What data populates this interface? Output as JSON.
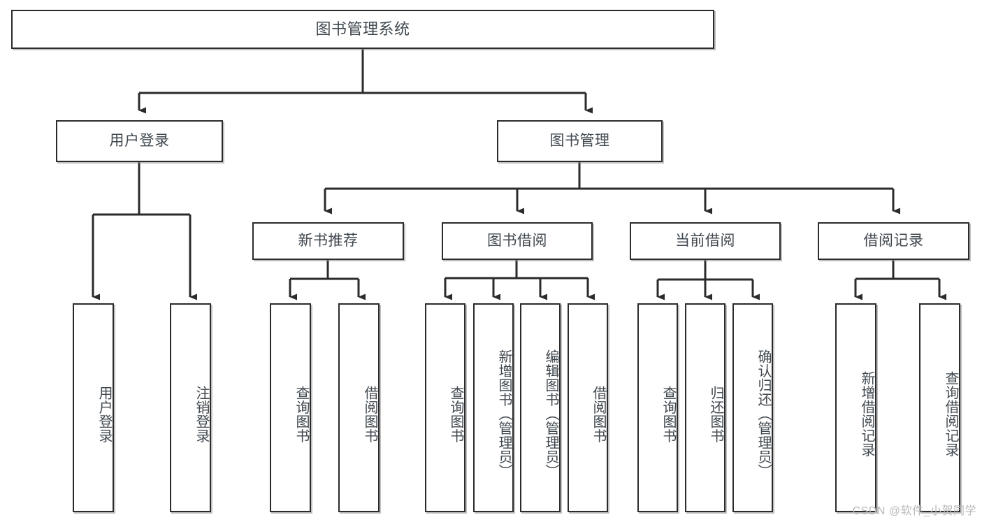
{
  "diagram": {
    "title": "图书管理系统",
    "type": "tree",
    "watermark": "CSDN @软件_小贺同学",
    "colors": {
      "box_border": "#2b2b2b",
      "box_fill": "#ffffff",
      "text": "#40484f",
      "connector": "#2b2b2b",
      "watermark": "#b9b9b9"
    },
    "nodes": {
      "root": {
        "label": "图书管理系统"
      },
      "level2": [
        {
          "id": "user-login",
          "label": "用户登录"
        },
        {
          "id": "book-management",
          "label": "图书管理"
        }
      ],
      "level3": [
        {
          "id": "new-book-recommend",
          "label": "新书推荐"
        },
        {
          "id": "book-borrow",
          "label": "图书借阅"
        },
        {
          "id": "current-borrow",
          "label": "当前借阅"
        },
        {
          "id": "borrow-record",
          "label": "借阅记录"
        }
      ],
      "leaves": {
        "user_login": [
          {
            "id": "leaf-user-login",
            "label": "用户登录"
          },
          {
            "id": "leaf-logout-login",
            "label": "注销登录"
          }
        ],
        "new_book_recommend": [
          {
            "id": "leaf-query-book-1",
            "label": "查询图书"
          },
          {
            "id": "leaf-borrow-book-1",
            "label": "借阅图书"
          }
        ],
        "book_borrow": [
          {
            "id": "leaf-query-book-2",
            "label": "查询图书"
          },
          {
            "id": "leaf-add-book",
            "label": "新增图书（管理员）"
          },
          {
            "id": "leaf-edit-book",
            "label": "编辑图书（管理员）"
          },
          {
            "id": "leaf-borrow-book-2",
            "label": "借阅图书"
          }
        ],
        "current_borrow": [
          {
            "id": "leaf-query-book-3",
            "label": "查询图书"
          },
          {
            "id": "leaf-return-book",
            "label": "归还图书"
          },
          {
            "id": "leaf-confirm-return",
            "label": "确认归还（管理员）"
          }
        ],
        "borrow_record": [
          {
            "id": "leaf-add-borrow-record",
            "label": "新增借阅记录"
          },
          {
            "id": "leaf-query-borrow-record",
            "label": "查询借阅记录"
          }
        ]
      }
    }
  }
}
